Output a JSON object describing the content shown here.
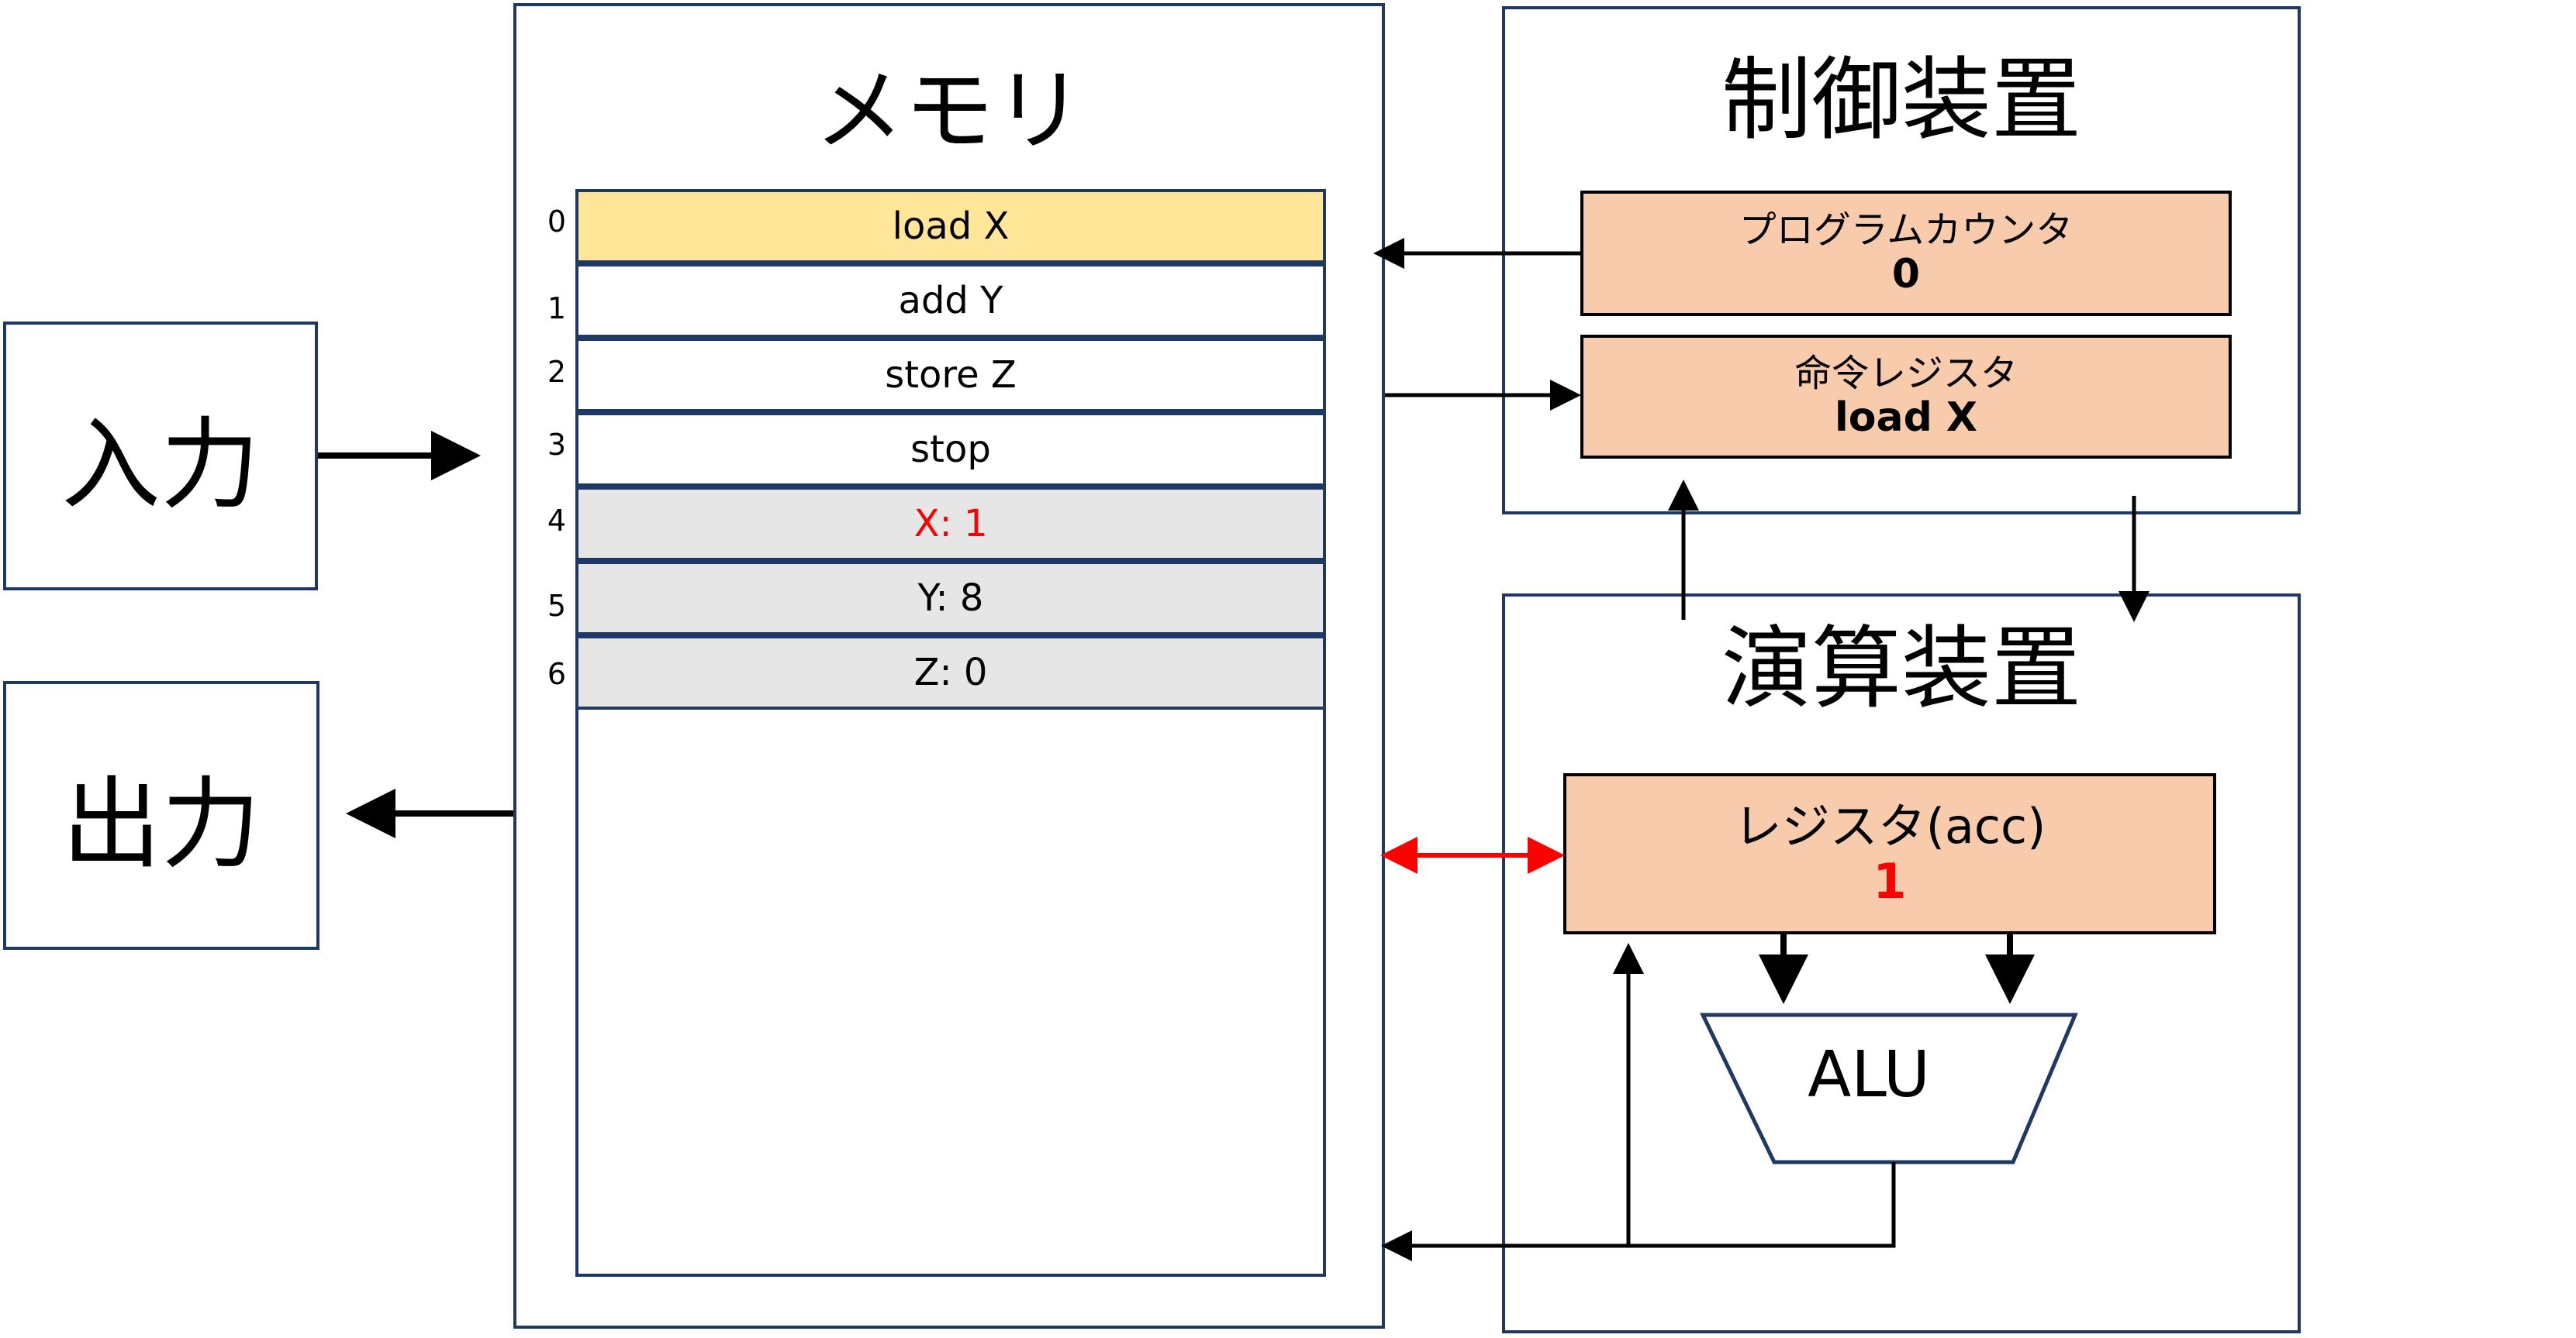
{
  "input_box": {
    "label": "入力"
  },
  "output_box": {
    "label": "出力"
  },
  "memory": {
    "title": "メモリ",
    "cells": [
      {
        "address": "0",
        "content": "load X",
        "fill": "#ffe699",
        "text_color": "#000000"
      },
      {
        "address": "1",
        "content": "add Y",
        "fill": "#ffffff",
        "text_color": "#000000"
      },
      {
        "address": "2",
        "content": "store Z",
        "fill": "#ffffff",
        "text_color": "#000000"
      },
      {
        "address": "3",
        "content": "stop",
        "fill": "#ffffff",
        "text_color": "#000000"
      },
      {
        "address": "4",
        "content": "X: 1",
        "fill": "#e7e6e6",
        "text_color": "#ff0000"
      },
      {
        "address": "5",
        "content": "Y: 8",
        "fill": "#e7e6e6",
        "text_color": "#000000"
      },
      {
        "address": "6",
        "content": "Z: 0",
        "fill": "#e7e6e6",
        "text_color": "#000000"
      }
    ]
  },
  "control_unit": {
    "title": "制御装置",
    "program_counter": {
      "label": "プログラムカウンタ",
      "value": "0"
    },
    "instruction_register": {
      "label": "命令レジスタ",
      "value": "load X"
    }
  },
  "arithmetic_unit": {
    "title": "演算装置",
    "accumulator": {
      "label": "レジスタ(acc)",
      "value": "1",
      "value_color": "#ff0000"
    },
    "alu": {
      "label": "ALU"
    }
  },
  "colors": {
    "border": "#1f3864",
    "register_fill": "#f8cbad",
    "highlight_arrow": "#ff0000"
  }
}
